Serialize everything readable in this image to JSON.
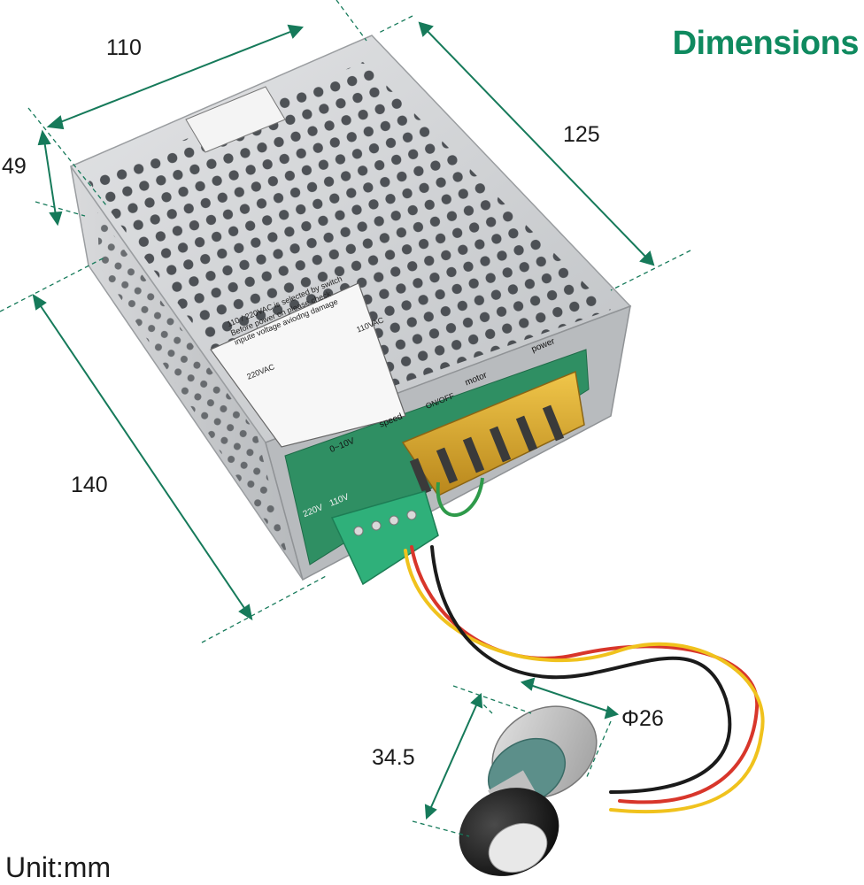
{
  "heading": "Dimensions",
  "unit_label": "Unit:mm",
  "dimensions": {
    "width": "110",
    "length": "125",
    "height": "49",
    "depth": "140",
    "knob_diameter": "Φ26",
    "knob_height": "34.5"
  },
  "psu_labels": {
    "switch_note_line1": "110 / 220VAC is selected by switch",
    "switch_note_line2": "Before power on please check",
    "switch_note_line3": "inpute voltage aviodng damage",
    "vac_220": "220VAC",
    "vac_110": "110VAC",
    "terminal_speed": "speed",
    "terminal_onoff": "ON/OFF",
    "terminal_motor": "motor",
    "terminal_power": "power",
    "control_0_10v": "0~10V",
    "switch_220v": "220V",
    "switch_110v": "110V"
  },
  "colors": {
    "accent_green": "#0f8a5f",
    "dimension_line": "#167a5a",
    "chassis": "#c9cbcd",
    "pcb": "#2f8f63",
    "terminal_block": "#d4a52a",
    "connector": "#2fb07a",
    "wire_red": "#d8362b",
    "wire_yellow": "#f0c21d",
    "wire_black": "#1b1b1b"
  }
}
